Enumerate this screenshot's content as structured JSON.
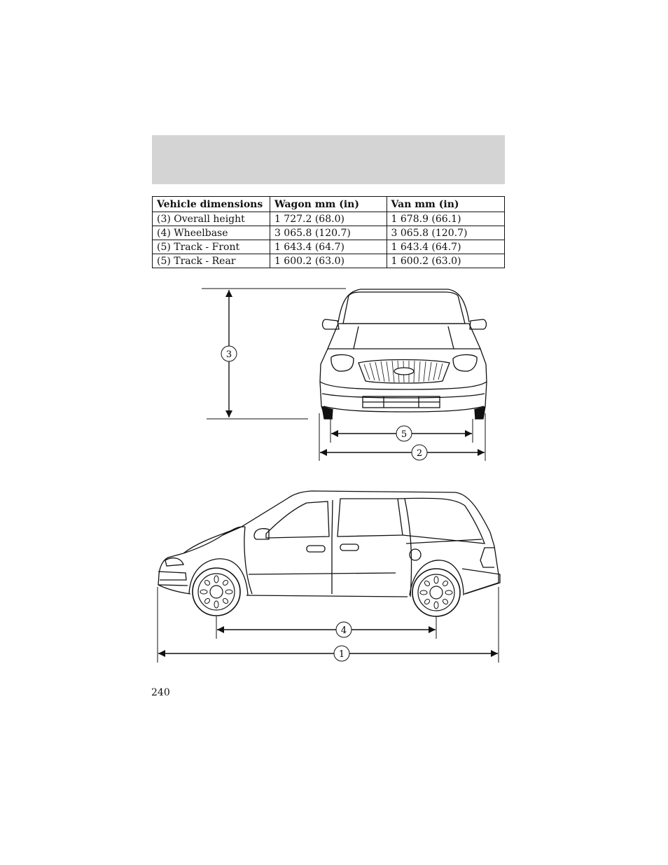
{
  "table": {
    "headers": [
      "Vehicle dimensions",
      "Wagon mm (in)",
      "Van mm (in)"
    ],
    "rows": [
      [
        "(3) Overall height",
        "1 727.2 (68.0)",
        "1 678.9 (66.1)"
      ],
      [
        "(4) Wheelbase",
        "3 065.8 (120.7)",
        "3 065.8 (120.7)"
      ],
      [
        "(5) Track - Front",
        "1 643.4 (64.7)",
        "1 643.4 (64.7)"
      ],
      [
        "(5) Track - Rear",
        "1 600.2 (63.0)",
        "1 600.2 (63.0)"
      ]
    ]
  },
  "diagram": {
    "callouts": {
      "overall_height": "3",
      "track": "5",
      "overall_width": "2",
      "wheelbase": "4",
      "overall_length": "1"
    }
  },
  "page_number": "240"
}
